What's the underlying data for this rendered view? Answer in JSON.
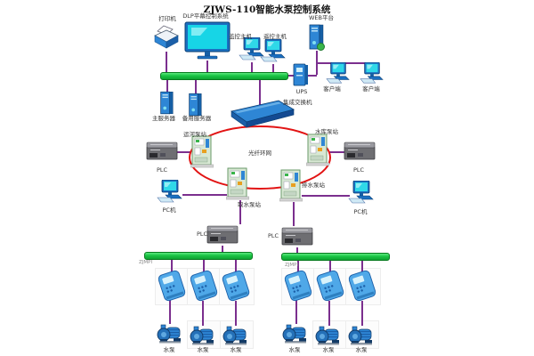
{
  "title": "ZJWS-110智能水泵控制系统",
  "top": {
    "printer": "打印机",
    "dlp": "DLP平幕控制系统",
    "monitor1": "监控主机",
    "monitor2": "遥控主机",
    "web": "WEB平台",
    "ups": "UPS",
    "client1": "客户端",
    "client2": "客户端"
  },
  "servers": {
    "main": "主服务器",
    "backup": "备用服务器",
    "switch_label": "集成交换机"
  },
  "ring": {
    "network": "光纤环网",
    "canal": "运河泵站",
    "reservoir": "水库泵站",
    "intake": "取水泵站",
    "drain": "排水泵站",
    "plc_left": "PLC",
    "plc_right": "PLC",
    "pc_left": "PC机",
    "pc_right": "PC机"
  },
  "field": {
    "plc_left": "PLC",
    "plc_right": "PLC",
    "bus_left": "ZJMPI",
    "bus_right": "ZJMPI",
    "pumps": [
      "水泵",
      "水泵",
      "水泵",
      "水泵",
      "水泵",
      "水泵"
    ]
  },
  "colors": {
    "bus": "#19C444",
    "line": "#7B2F8E",
    "ring": "#E21313",
    "device": "#1E73C8"
  }
}
